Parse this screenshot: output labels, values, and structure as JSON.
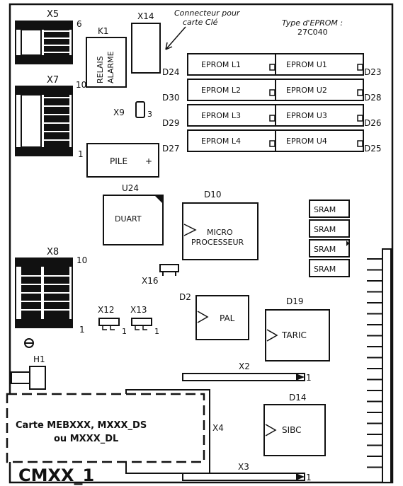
{
  "labels": {
    "x5": "X5",
    "x5_pin": "6",
    "k1": "K1",
    "relais_line1": "RELAIS",
    "relais_line2": "ALARME",
    "x14": "X14",
    "connecteur_line1": "Connecteur pour",
    "connecteur_line2": "carte Clé",
    "type_eprom_line1": "Type d'EPROM :",
    "type_eprom_line2": "27C040",
    "x7": "X7",
    "x7_pin10": "10",
    "x7_pin1": "1",
    "x9": "X9",
    "x9_pin": "3",
    "pile": "PILE",
    "pile_plus": "+",
    "u24": "U24",
    "duart": "DUART",
    "d10": "D10",
    "micro_line1": "MICRO",
    "micro_line2": "PROCESSEUR",
    "x8": "X8",
    "x8_pin10": "10",
    "x8_pin1": "1",
    "x16": "X16",
    "d2": "D2",
    "pal": "PAL",
    "d19": "D19",
    "taric": "TARIC",
    "x12": "X12",
    "x13": "X13",
    "x12_pin": "1",
    "x13_pin": "1",
    "h1": "H1",
    "x2": "X2",
    "x2_pin": "1",
    "x3": "X3",
    "x3_pin": "1",
    "d14": "D14",
    "sibc": "SIBC",
    "x4": "X4",
    "carte_line1": "Carte MEBXXX, MXXX_DS",
    "carte_line2": "ou MXXX_DL",
    "board_name": "CMXX_1"
  },
  "eproms": [
    {
      "left": "EPROM L1",
      "right": "EPROM U1",
      "diode_left": "D24",
      "diode_right": "D23"
    },
    {
      "left": "EPROM L2",
      "right": "EPROM U2",
      "diode_left": "D30",
      "diode_right": "D28"
    },
    {
      "left": "EPROM L3",
      "right": "EPROM U3",
      "diode_left": "D29",
      "diode_right": "D26"
    },
    {
      "left": "EPROM L4",
      "right": "EPROM U4",
      "diode_left": "D27",
      "diode_right": "D25"
    }
  ],
  "srams": [
    "SRAM",
    "SRAM",
    "SRAM",
    "SRAM"
  ]
}
